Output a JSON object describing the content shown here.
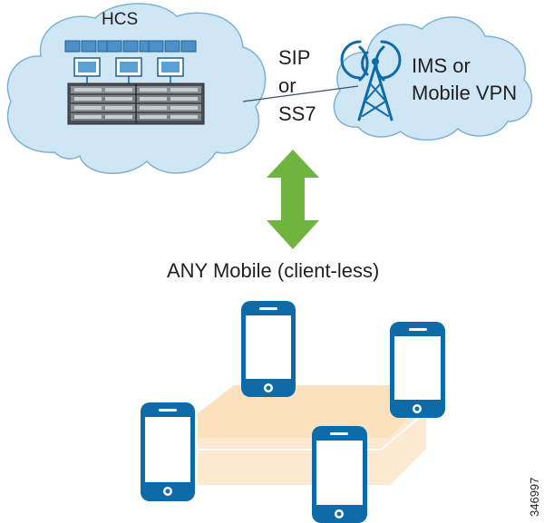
{
  "hcs": {
    "label": "HCS"
  },
  "link": {
    "lines": [
      "SIP",
      "or",
      "SS7"
    ]
  },
  "ims": {
    "lines": [
      "IMS or",
      "Mobile VPN"
    ]
  },
  "arrow": {
    "icon": "double-arrow-vertical"
  },
  "mobile": {
    "label": "ANY Mobile (client-less)"
  },
  "figure_id": "346997",
  "colors": {
    "cloud_fill": "#cfe6f5",
    "cloud_stroke": "#7eb2d3",
    "phone": "#0f6ba8",
    "arrow": "#6fb43f",
    "platform": "#fbe1bd",
    "tower": "#0f6ba8"
  }
}
